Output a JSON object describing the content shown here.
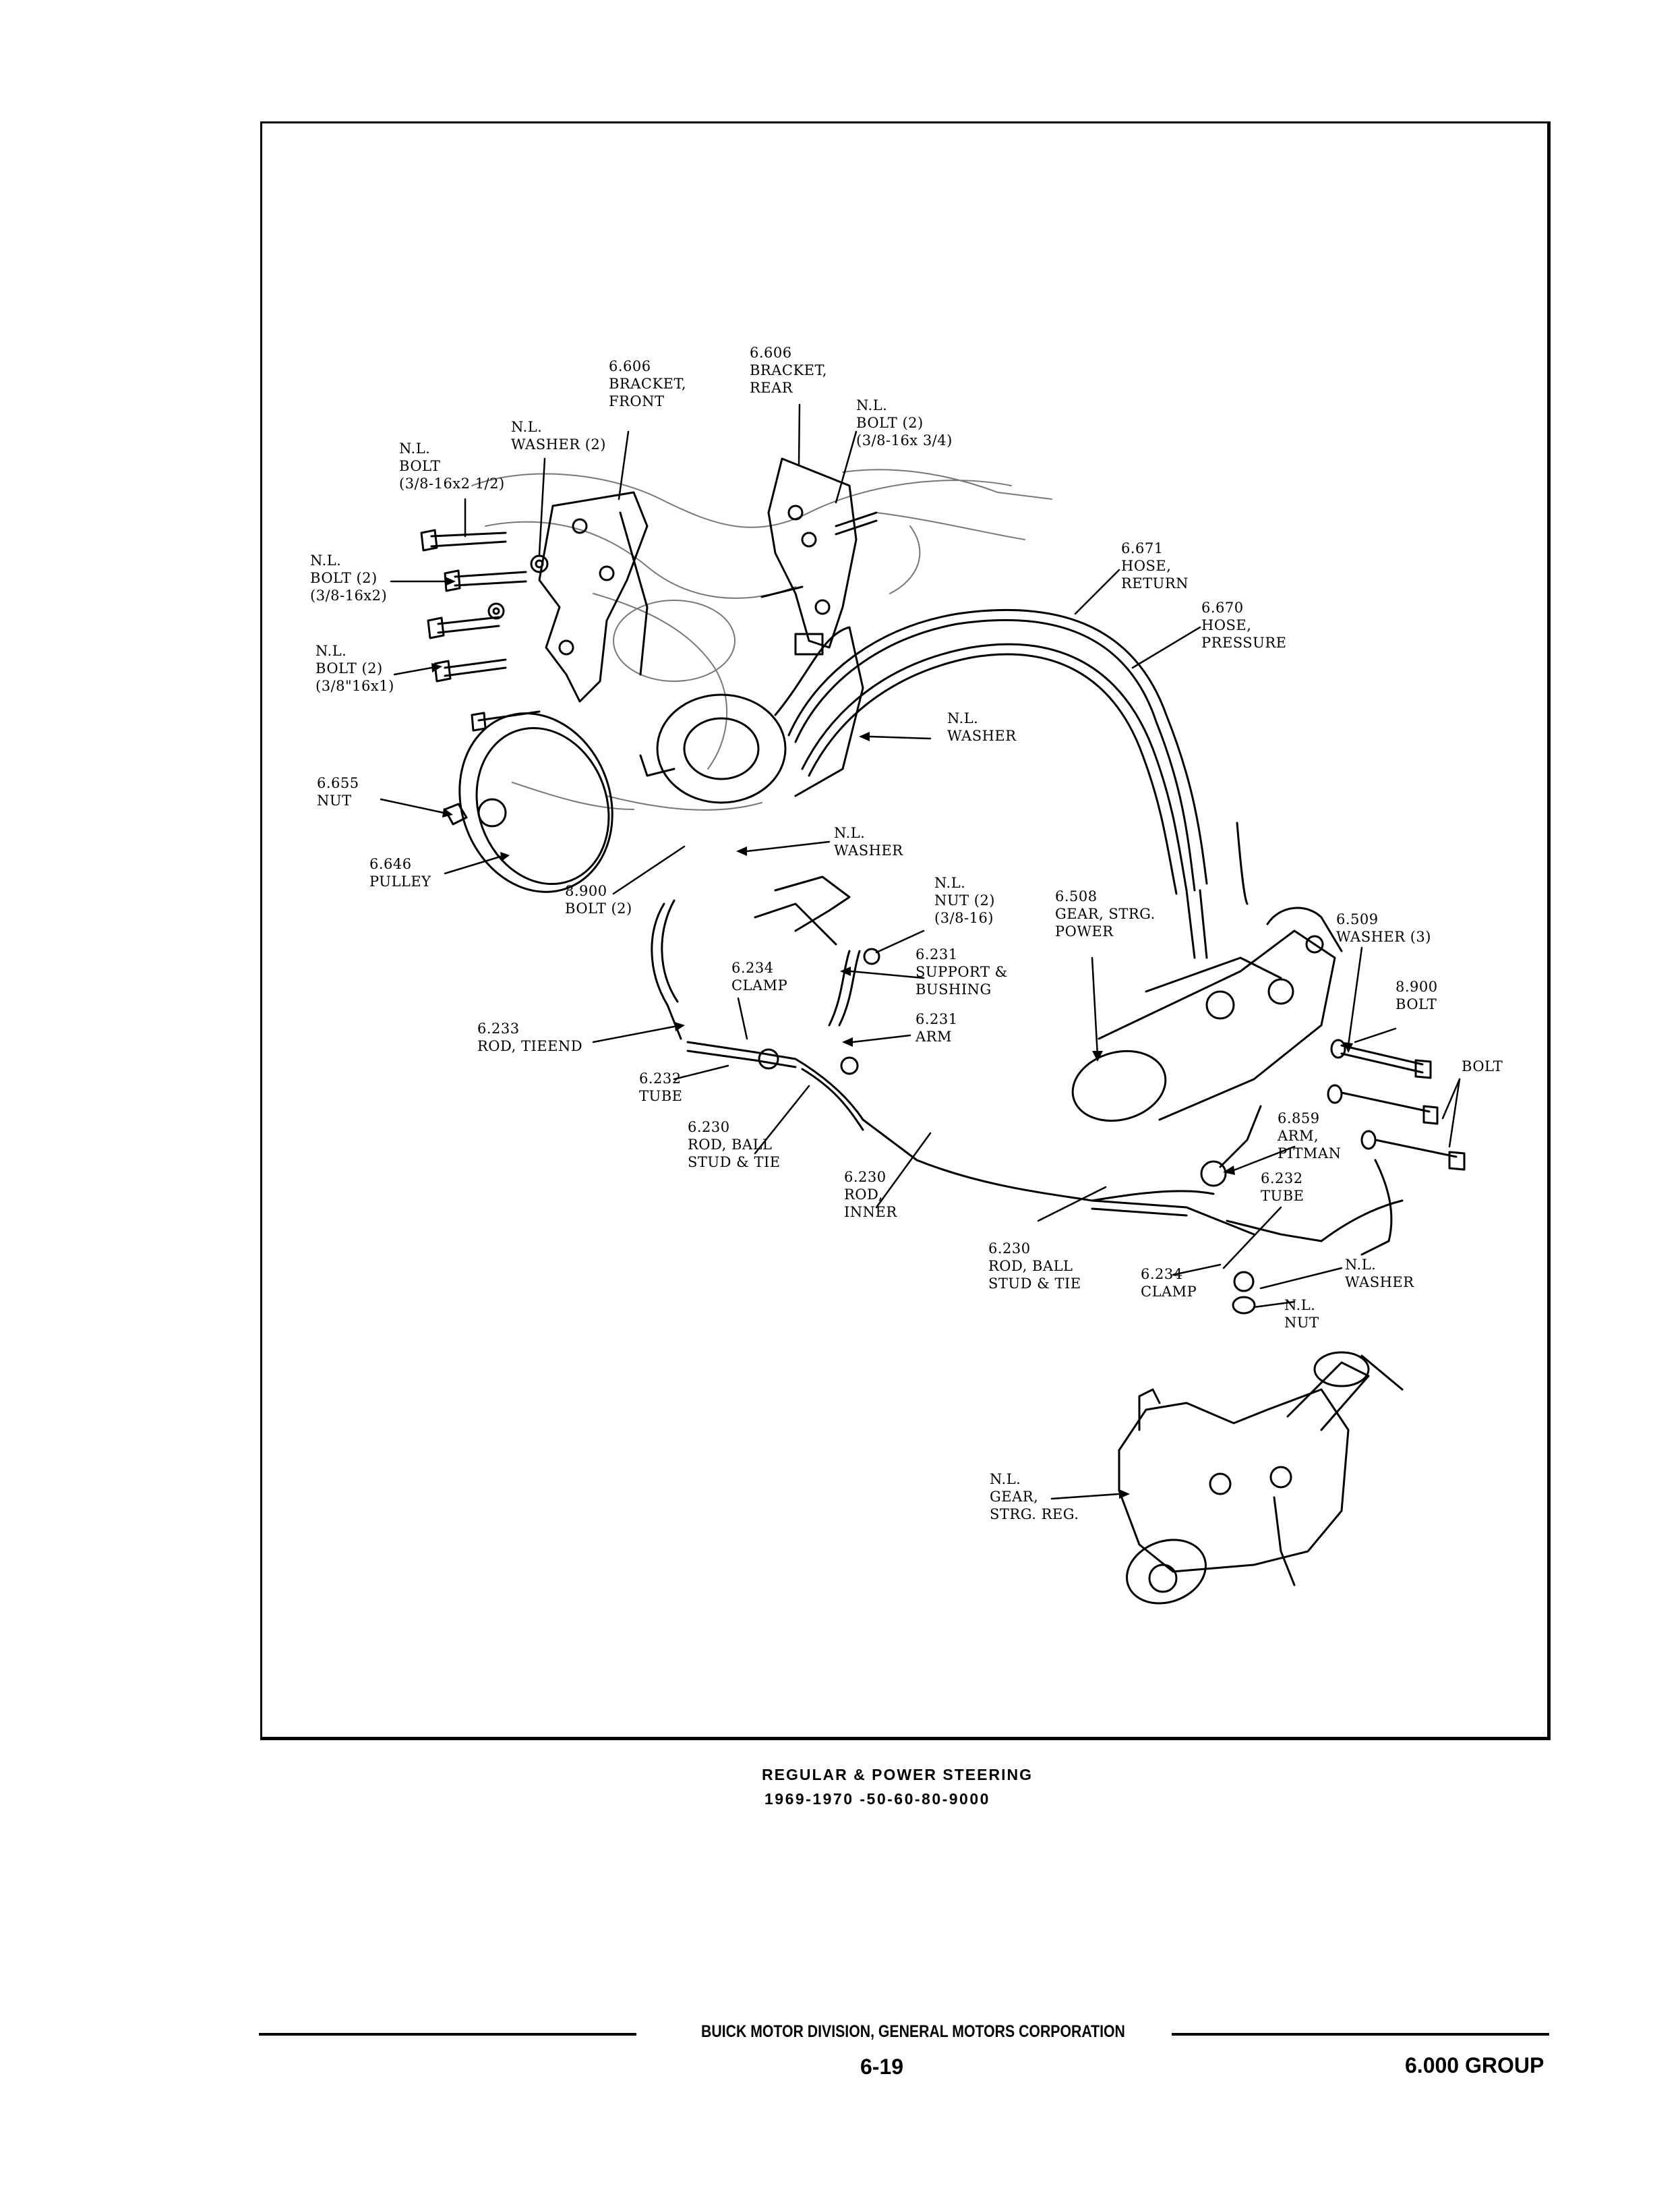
{
  "labels": [
    {
      "id": "bracket-front",
      "text": "6.606\nBRACKET,\nFRONT"
    },
    {
      "id": "bracket-rear",
      "text": "6.606\nBRACKET,\nREAR"
    },
    {
      "id": "nl-bolt-2-34",
      "text": "N.L.\nBOLT (2)\n(3/8-16x 3/4)"
    },
    {
      "id": "nl-washer-2",
      "text": "N.L.\nWASHER (2)"
    },
    {
      "id": "nl-bolt-2-12",
      "text": "N.L.\nBOLT\n(3/8-16x2 1/2)"
    },
    {
      "id": "nl-bolt-2-16x2",
      "text": "N.L.\nBOLT (2)\n(3/8-16x2)"
    },
    {
      "id": "nl-bolt-2-16x1",
      "text": "N.L.\nBOLT (2)\n(3/8\"16x1)"
    },
    {
      "id": "hose-return",
      "text": "6.671\nHOSE,\nRETURN"
    },
    {
      "id": "hose-pressure",
      "text": "6.670\nHOSE,\nPRESSURE"
    },
    {
      "id": "nl-washer-a",
      "text": "N.L.\nWASHER"
    },
    {
      "id": "nut-6655",
      "text": "6.655\nNUT"
    },
    {
      "id": "pulley",
      "text": "6.646\nPULLEY"
    },
    {
      "id": "nl-washer-b",
      "text": "N.L.\nWASHER"
    },
    {
      "id": "bolt-8900-2",
      "text": "8.900\nBOLT (2)"
    },
    {
      "id": "nl-nut-2",
      "text": "N.L.\nNUT (2)\n(3/8-16)"
    },
    {
      "id": "gear-strg-power",
      "text": "6.508\nGEAR, STRG.\nPOWER"
    },
    {
      "id": "washer-6509",
      "text": "6.509\nWASHER (3)"
    },
    {
      "id": "clamp-6234-a",
      "text": "6.234\nCLAMP"
    },
    {
      "id": "support-bushing",
      "text": "6.231\nSUPPORT &\nBUSHING"
    },
    {
      "id": "arm-6231",
      "text": "6.231\nARM"
    },
    {
      "id": "bolt-8900",
      "text": "8.900\nBOLT"
    },
    {
      "id": "rod-tieend",
      "text": "6.233\nROD, TIEEND"
    },
    {
      "id": "bolt-right",
      "text": "BOLT"
    },
    {
      "id": "tube-6232-a",
      "text": "6.232\nTUBE"
    },
    {
      "id": "rod-ball-a",
      "text": "6.230\nROD, BALL\nSTUD & TIE"
    },
    {
      "id": "arm-pitman",
      "text": "6.859\nARM,\nPITMAN"
    },
    {
      "id": "rod-inner",
      "text": "6.230\nROD,\nINNER"
    },
    {
      "id": "tube-6232-b",
      "text": "6.232\nTUBE"
    },
    {
      "id": "rod-ball-b",
      "text": "6.230\nROD, BALL\nSTUD & TIE"
    },
    {
      "id": "clamp-6234-b",
      "text": "6.234\nCLAMP"
    },
    {
      "id": "nl-washer-c",
      "text": "N.L.\nWASHER"
    },
    {
      "id": "nl-nut",
      "text": "N.L.\nNUT"
    },
    {
      "id": "nl-gear-strg-reg",
      "text": "N.L.\nGEAR,\nSTRG. REG."
    }
  ],
  "caption": {
    "line1": "REGULAR & POWER STEERING",
    "line2": "1969-1970 -50-60-80-9000"
  },
  "footer": {
    "company": "BUICK MOTOR DIVISION, GENERAL MOTORS CORPORATION",
    "page": "6-19",
    "group": "6.000 GROUP"
  }
}
